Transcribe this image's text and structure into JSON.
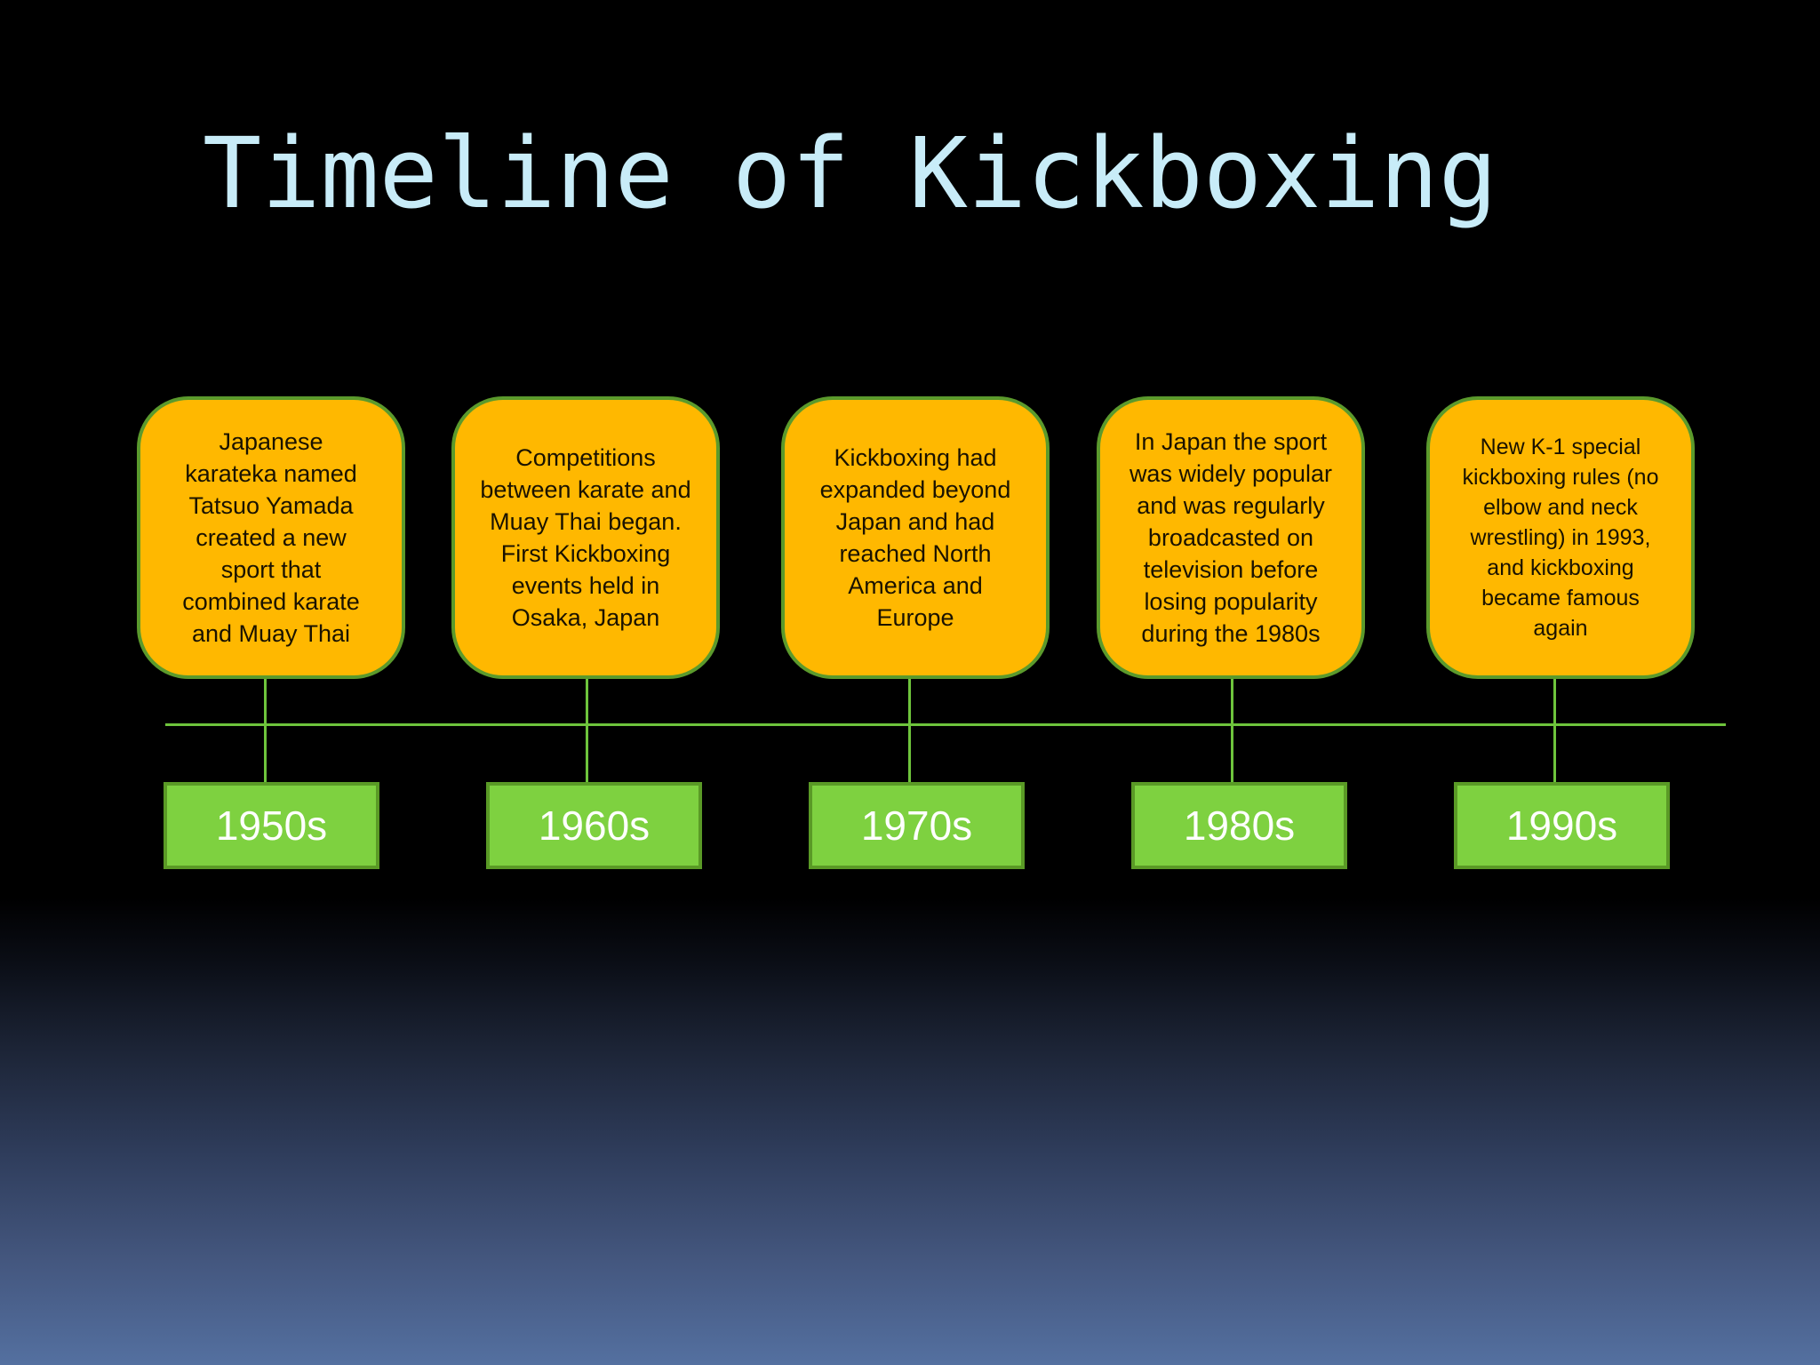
{
  "title": "Timeline of Kickboxing",
  "events": [
    {
      "decade": "1950s",
      "text": "Japanese karateka named Tatsuo Yamada created a new sport that combined karate and Muay Thai"
    },
    {
      "decade": "1960s",
      "text": "Competitions between karate and Muay Thai began.  First Kickboxing events held in Osaka, Japan"
    },
    {
      "decade": "1970s",
      "text": "Kickboxing had expanded beyond Japan and had reached North America and Europe"
    },
    {
      "decade": "1980s",
      "text": "In Japan the sport was widely popular and was regularly broadcasted on television before losing popularity during the 1980s"
    },
    {
      "decade": "1990s",
      "text": "New K-1 special kickboxing rules (no elbow and neck wrestling) in 1993, and kickboxing became famous again"
    }
  ],
  "colors": {
    "title": "#c8ecf8",
    "event_box_fill": "#ffb800",
    "event_box_border": "#5b9a2c",
    "decade_box_fill": "#7ed140",
    "timeline_line": "#6ec43c"
  }
}
